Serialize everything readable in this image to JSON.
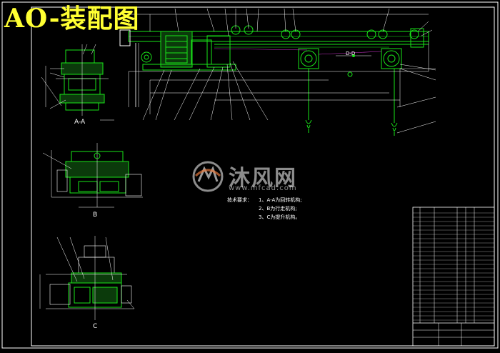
{
  "title": "AO-装配图",
  "view_labels": {
    "aa": "A-A",
    "b": "B",
    "c": "C",
    "dd": "D-D"
  },
  "tech_requirements": {
    "heading": "技术要求：",
    "items": [
      "1、A-A为回转机构;",
      "2、B为行走机构;",
      "3、C为提升机构。"
    ]
  },
  "watermark": {
    "text": "沐风网",
    "url": "www.mfcad.com"
  },
  "colors": {
    "background": "#000000",
    "frame": "#ffffff",
    "machine": "#19e619",
    "title": "#ffff33",
    "lines": "#ffffff",
    "accent": "#cc33cc"
  }
}
